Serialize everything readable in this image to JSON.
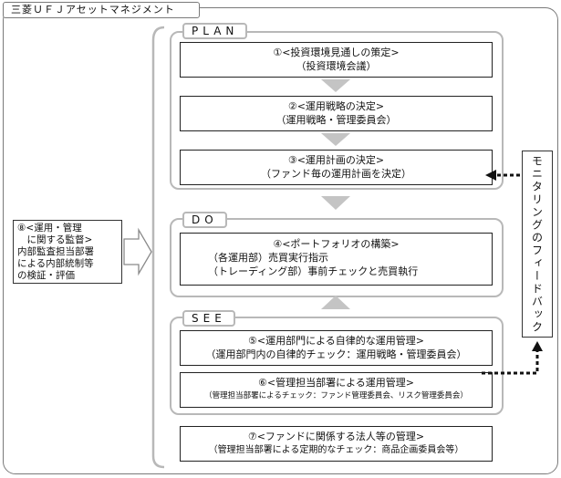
{
  "title": "三菱ＵＦＪアセットマネジメント",
  "groups": {
    "plan": "PLAN",
    "do": "DO",
    "see": "SEE"
  },
  "boxes": {
    "b1": {
      "l1": "①<投資環境見通しの策定>",
      "l2": "（投資環境会議）"
    },
    "b2": {
      "l1": "②<運用戦略の決定>",
      "l2": "（運用戦略・管理委員会）"
    },
    "b3": {
      "l1": "③<運用計画の決定>",
      "l2": "（ファンド毎の運用計画を決定）"
    },
    "b4": {
      "l1": "④<ポートフォリオの構築>",
      "l2": "（各運用部）売買実行指示",
      "l3": "（トレーディング部）事前チェックと売買執行"
    },
    "b5": {
      "l1": "⑤<運用部門による自律的な運用管理>",
      "l2": "（運用部門内の自律的チェック：運用戦略・管理委員会）"
    },
    "b6": {
      "l1": "⑥<管理担当部署による運用管理>",
      "l2": "（管理担当部署によるチェック：ファンド管理委員会、リスク管理委員会）"
    },
    "b7": {
      "l1": "⑦<ファンドに関係する法人等の管理>",
      "l2": "（管理担当部署による定期的なチェック：商品企画委員会等）"
    }
  },
  "left_box": {
    "lines": [
      "⑧<運用・管理",
      "　に関する監督>",
      "内部監査担当部署",
      "による内部統制等",
      "の検証・評価"
    ]
  },
  "feedback": "モニタリングのフィードバック",
  "colors": {
    "group_border": "#b8b8b8",
    "arrow_fill": "#c4c4c4",
    "outer_border": "#7a7a7a"
  }
}
